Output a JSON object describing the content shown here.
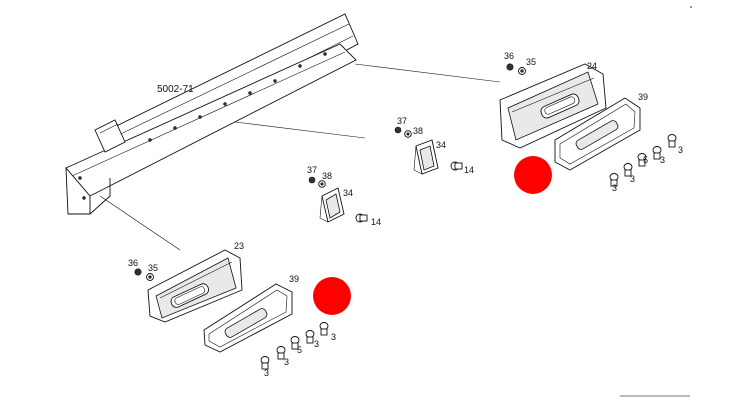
{
  "diagram": {
    "labels": {
      "frame_ref": "5002-71",
      "lamp_left": "23",
      "lamp_right": "24",
      "lens": "39",
      "bracket": "34",
      "screw_bracket": "14",
      "nut_a": "36",
      "washer_a": "35",
      "nut_b": "37",
      "washer_b": "38",
      "bulb": "3",
      "bulb_b": "5"
    },
    "colors": {
      "line": "#111111",
      "marker": "#ff0000",
      "background": "#ffffff"
    }
  }
}
